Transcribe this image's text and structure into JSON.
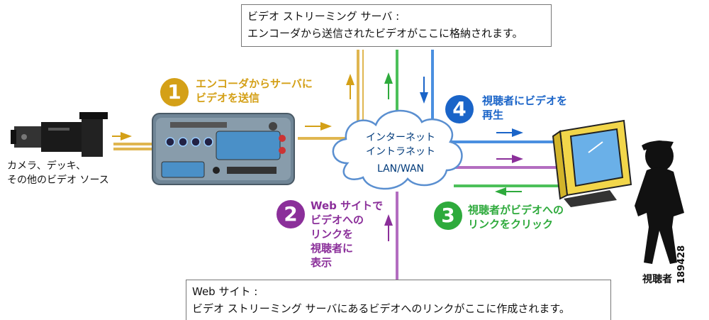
{
  "server_box": {
    "line1": "ビデオ ストリーミング サーバ :",
    "line2": "エンコーダから送信されたビデオがここに格納されます。"
  },
  "web_box": {
    "line1": "Web サイト :",
    "line2": "ビデオ ストリーミング サーバにあるビデオへのリンクがここに作成されます。"
  },
  "steps": [
    {
      "num": "1",
      "line1": "エンコーダからサーバに",
      "line2": "ビデオを送信",
      "color": "#d4a017"
    },
    {
      "num": "2",
      "line1": "Web サイトで",
      "line2": "ビデオへの",
      "line3": "リンクを",
      "line4": "視聴者に",
      "line5": "表示",
      "color": "#8b2f9a"
    },
    {
      "num": "3",
      "line1": "視聴者がビデオへの",
      "line2": "リンクをクリック",
      "color": "#2eaa3c"
    },
    {
      "num": "4",
      "line1": "視聴者にビデオを",
      "line2": "再生",
      "color": "#1a64c8"
    }
  ],
  "camera_label": {
    "line1": "カメラ、デッキ、",
    "line2": "その他のビデオ ソース"
  },
  "cloud": {
    "line1": "インターネット",
    "line2": "イントラネット",
    "line3": "LAN/WAN"
  },
  "viewer_label": "視聴者",
  "figure_id": "189428"
}
